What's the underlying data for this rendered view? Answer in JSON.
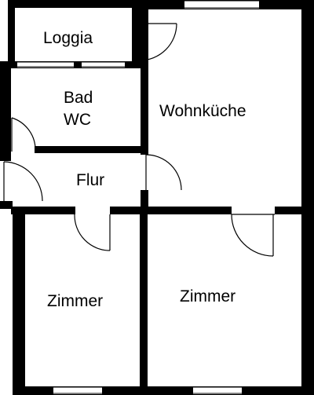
{
  "rooms": {
    "loggia": "Loggia",
    "bad": "Bad",
    "wc": "WC",
    "wohnkueche": "Wohnküche",
    "flur": "Flur",
    "zimmer_left": "Zimmer",
    "zimmer_right": "Zimmer"
  },
  "colors": {
    "wall": "#000000",
    "background": "#ffffff",
    "window": "#ffffff"
  }
}
